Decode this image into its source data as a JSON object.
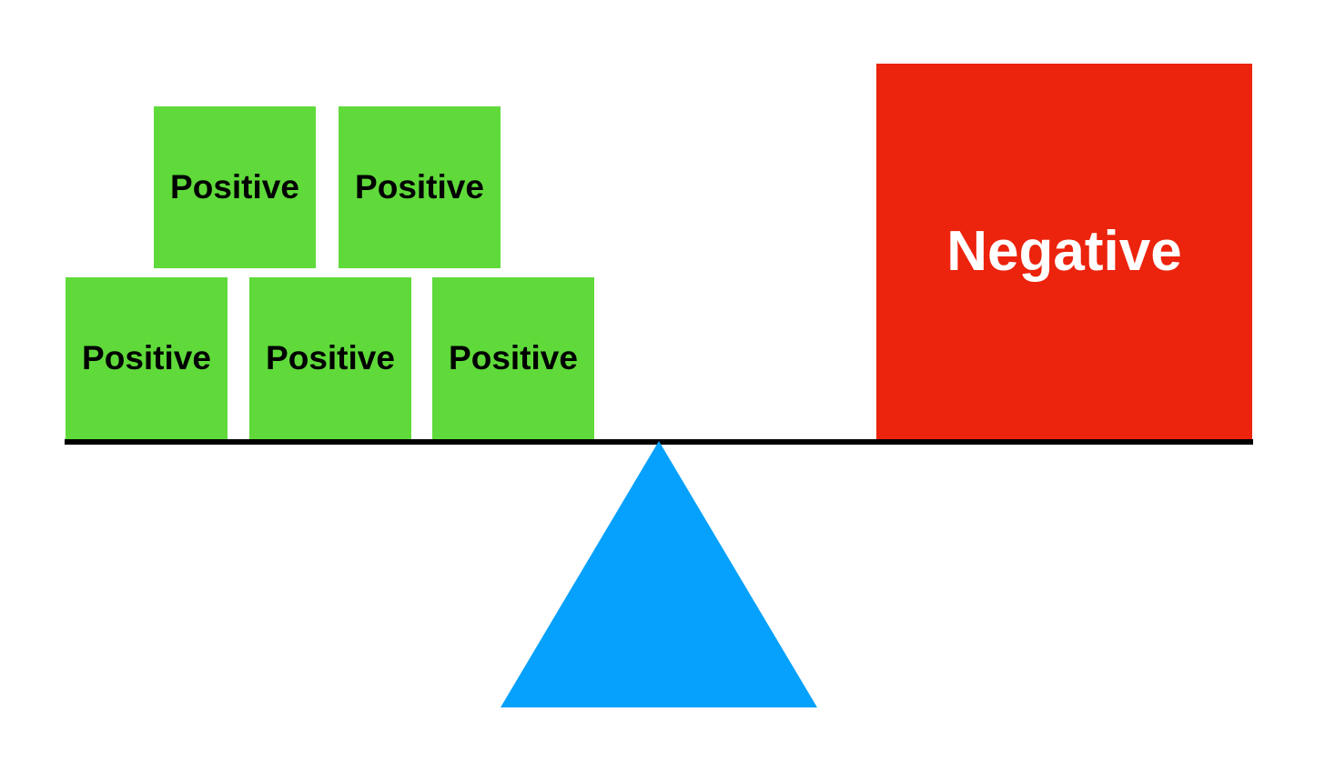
{
  "diagram": {
    "positive_blocks": [
      {
        "label": "Positive"
      },
      {
        "label": "Positive"
      },
      {
        "label": "Positive"
      },
      {
        "label": "Positive"
      },
      {
        "label": "Positive"
      }
    ],
    "negative_block": {
      "label": "Negative"
    }
  },
  "colors": {
    "positive": "#5fda3a",
    "positive_text": "#000000",
    "negative": "#ec230d",
    "negative_text": "#ffffff",
    "beam": "#000000",
    "fulcrum": "#05a1fc"
  }
}
